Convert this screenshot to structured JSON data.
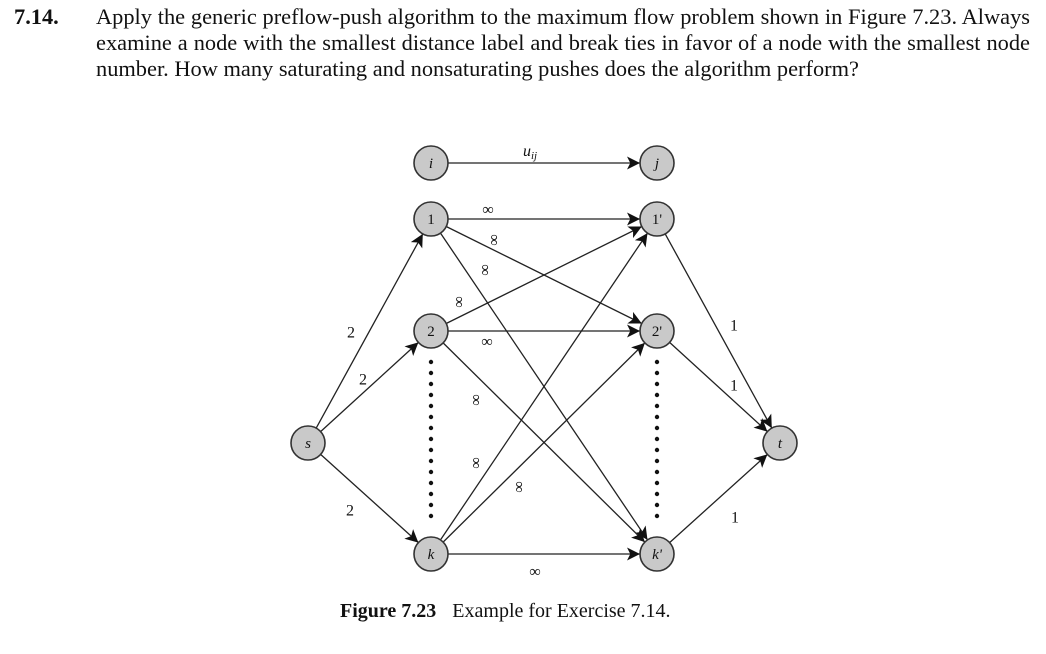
{
  "exercise": {
    "number": "7.14.",
    "text": "Apply the generic preflow-push algorithm to the maximum flow problem shown in Figure 7.23. Always examine a node with the smallest distance label and break ties in favor of a node with the smallest node number. How many saturating and nonsaturating pushes does the algorithm perform?"
  },
  "figure": {
    "caption_label": "Figure 7.23",
    "caption_text": "Example for Exercise 7.14.",
    "legend": {
      "from": "i",
      "to": "j",
      "label": "u",
      "label_sub": "ij"
    },
    "nodes": [
      {
        "id": "s",
        "label": "s",
        "italic": true
      },
      {
        "id": "1",
        "label": "1",
        "italic": false
      },
      {
        "id": "2",
        "label": "2",
        "italic": false
      },
      {
        "id": "k",
        "label": "k",
        "italic": true
      },
      {
        "id": "1p",
        "label": "1'",
        "italic": false
      },
      {
        "id": "2p",
        "label": "2'",
        "italic": false
      },
      {
        "id": "kp",
        "label": "k'",
        "italic": true
      },
      {
        "id": "t",
        "label": "t",
        "italic": true
      }
    ],
    "arcs": [
      {
        "from": "s",
        "to": "1",
        "capacity": "2"
      },
      {
        "from": "s",
        "to": "2",
        "capacity": "2"
      },
      {
        "from": "s",
        "to": "k",
        "capacity": "2"
      },
      {
        "from": "1",
        "to": "1p",
        "capacity": "∞"
      },
      {
        "from": "1",
        "to": "2p",
        "capacity": "∞"
      },
      {
        "from": "1",
        "to": "kp",
        "capacity": "∞"
      },
      {
        "from": "2",
        "to": "1p",
        "capacity": "∞"
      },
      {
        "from": "2",
        "to": "2p",
        "capacity": "∞"
      },
      {
        "from": "2",
        "to": "kp",
        "capacity": "∞"
      },
      {
        "from": "k",
        "to": "1p",
        "capacity": "∞"
      },
      {
        "from": "k",
        "to": "2p",
        "capacity": "∞"
      },
      {
        "from": "k",
        "to": "kp",
        "capacity": "∞"
      },
      {
        "from": "1p",
        "to": "t",
        "capacity": "1"
      },
      {
        "from": "2p",
        "to": "t",
        "capacity": "1"
      },
      {
        "from": "kp",
        "to": "t",
        "capacity": "1"
      }
    ]
  }
}
